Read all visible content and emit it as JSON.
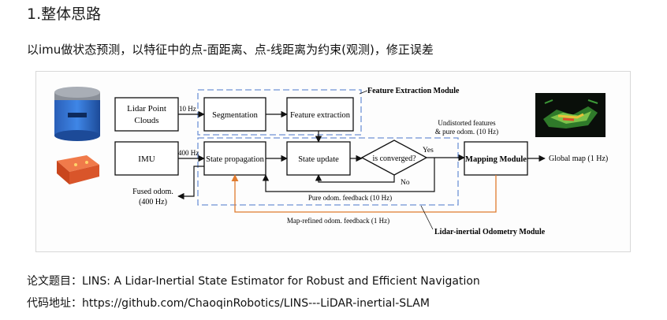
{
  "heading": "1.整体思路",
  "intro": "以imu做状态预测，以特征中的点-面距离、点-线距离为约束(观测)，修正误差",
  "diagram": {
    "lidar_box": [
      "Lidar Point",
      "Clouds"
    ],
    "imu_box": "IMU",
    "rate_10hz": "10 Hz",
    "rate_400hz": "400 Hz",
    "segmentation": "Segmentation",
    "feature_extraction": "Feature extraction",
    "feature_module_label": "Feature Extraction Module",
    "state_propagation": "State propagation",
    "state_update": "State update",
    "is_converged": "is converged?",
    "yes": "Yes",
    "no": "No",
    "undistorted": [
      "Undistorted features",
      "& pure odom. (10 Hz)"
    ],
    "mapping_module": "Mapping Module",
    "global_map": "Global map (1 Hz)",
    "fused_odom": [
      "Fused odom.",
      "(400 Hz)"
    ],
    "pure_feedback": "Pure odom. feedback (10 Hz)",
    "map_feedback": "Map-refined odom. feedback (1 Hz)",
    "lio_module_label": "Lidar-inertial Odometry Module",
    "colors": {
      "module_border": "#6f93d6",
      "feedback_orange": "#e07b2e",
      "lidar_blue": "#2c6fd0",
      "imu_orange": "#d9552a"
    }
  },
  "paper_line": "论文题目：LINS: A Lidar-Inertial State Estimator for Robust and Efficient Navigation",
  "code_line": "代码地址：https://github.com/ChaoqinRobotics/LINS---LiDAR-inertial-SLAM"
}
